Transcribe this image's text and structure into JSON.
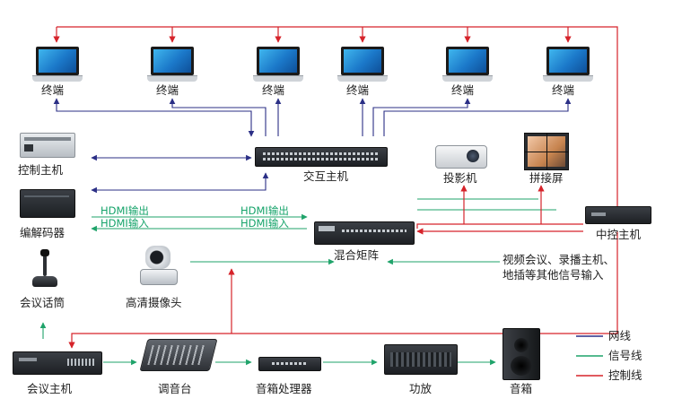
{
  "terminals": [
    {
      "label": "终端"
    },
    {
      "label": "终端"
    },
    {
      "label": "终端"
    },
    {
      "label": "终端"
    },
    {
      "label": "终端"
    },
    {
      "label": "终端"
    }
  ],
  "devices": {
    "control_host": "控制主机",
    "switch": "交互主机",
    "codec": "编解码器",
    "projector": "投影机",
    "splice_screen": "拼接屏",
    "central_control": "中控主机",
    "mix_matrix": "混合矩阵",
    "microphone": "会议话筒",
    "hd_camera": "高清摄像头",
    "conference_host": "会议主机",
    "mixer": "调音台",
    "speaker_processor": "音箱处理器",
    "amplifier": "功放",
    "speaker": "音箱"
  },
  "signals": {
    "hdmi_out_left": "HDMI输出",
    "hdmi_in_left": "HDMI输入",
    "hdmi_out_right": "HDMI输出",
    "hdmi_in_right": "HDMI输入"
  },
  "note": {
    "line1": "视频会议、录播主机、",
    "line2": "地插等其他信号输入"
  },
  "legend": [
    {
      "label": "网线",
      "color": "#2b2f86"
    },
    {
      "label": "信号线",
      "color": "#1fa36a"
    },
    {
      "label": "控制线",
      "color": "#d6232a"
    }
  ],
  "colors": {
    "network": "#2b2f86",
    "signal": "#1fa36a",
    "control": "#d6232a"
  }
}
